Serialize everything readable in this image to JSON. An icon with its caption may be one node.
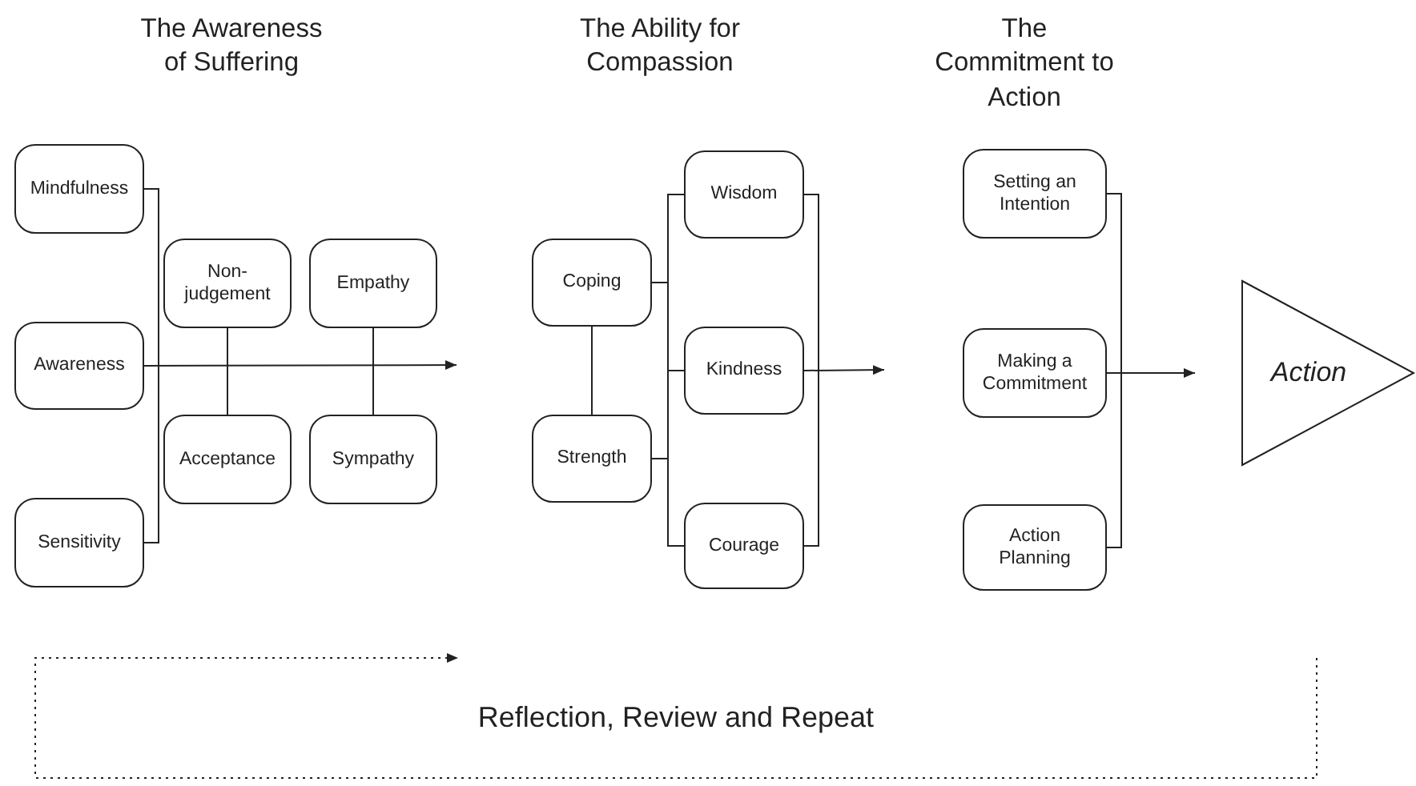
{
  "diagram": {
    "nodes": [
      {
        "text": [
          "Mindfulness"
        ]
      },
      {
        "text": [
          "Awareness"
        ]
      },
      {
        "text": [
          "Sensitivity"
        ]
      },
      {
        "text": [
          "Non-judgement"
        ]
      },
      {
        "text": [
          "Acceptance"
        ]
      },
      {
        "text": [
          "Empathy"
        ]
      },
      {
        "text": [
          "Sympathy"
        ]
      },
      {
        "text": [
          "Coping"
        ]
      },
      {
        "text": [
          "Strength"
        ]
      },
      {
        "text": [
          "Wisdom"
        ]
      },
      {
        "text": [
          "Kindness"
        ]
      },
      {
        "text": [
          "Courage"
        ]
      },
      {
        "text": [
          "Setting an Intention"
        ]
      },
      {
        "text": [
          "Making a Commitment"
        ]
      },
      {
        "text": [
          "Action Planning"
        ]
      },
      {
        "text": [
          "Action"
        ]
      }
    ],
    "edges": [
      {
        "from": 0,
        "to": 2,
        "arrow": "none"
      },
      {
        "from": 1,
        "to": null,
        "arrow": "to"
      },
      {
        "from": 3,
        "to": 4,
        "arrow": "none"
      },
      {
        "from": 5,
        "to": 6,
        "arrow": "none"
      },
      {
        "from": 7,
        "to": 8,
        "arrow": "none"
      },
      {
        "from": 7,
        "to": 9,
        "arrow": "none"
      },
      {
        "from": 7,
        "to": 10,
        "arrow": "none"
      },
      {
        "from": 7,
        "to": 11,
        "arrow": "none"
      },
      {
        "from": 8,
        "to": 9,
        "arrow": "none"
      },
      {
        "from": 8,
        "to": 10,
        "arrow": "none"
      },
      {
        "from": 8,
        "to": 11,
        "arrow": "none"
      },
      {
        "from": 9,
        "to": 11,
        "arrow": "none"
      },
      {
        "from": 10,
        "to": null,
        "arrow": "to"
      },
      {
        "from": 12,
        "to": 14,
        "arrow": "none"
      },
      {
        "from": 13,
        "to": null,
        "arrow": "to"
      }
    ],
    "labels": [
      "The Awareness of Suffering",
      "The Ability for Compassion",
      "The Commitment to Action",
      "Reflection, Review and Repeat"
    ]
  }
}
